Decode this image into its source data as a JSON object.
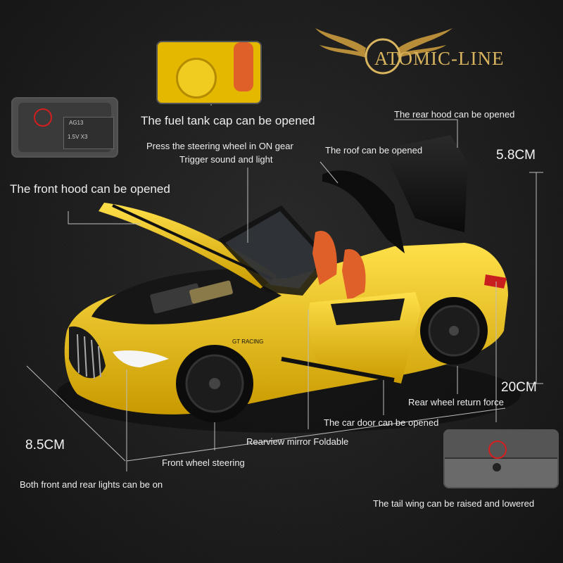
{
  "brand": {
    "name": "ATOMIC-LINE"
  },
  "labels": {
    "fuel_tank": "The fuel tank cap can be opened",
    "rear_hood": "The rear hood can be opened",
    "steering_press": "Press the steering wheel in ON gear",
    "trigger": "Trigger sound and light",
    "roof": "The roof can be opened",
    "front_hood": "The front hood can be opened",
    "rear_wheel": "Rear wheel return force",
    "door": "The car door can be opened",
    "mirror": "Rearview mirror Foldable",
    "front_wheel": "Front wheel steering",
    "lights": "Both front and rear lights can be on",
    "tail_wing": "The tail wing can be raised and lowered"
  },
  "dimensions": {
    "height": "5.8CM",
    "length": "20CM",
    "width": "8.5CM"
  },
  "battery_label": {
    "model": "AG13",
    "spec": "1.5V X3"
  },
  "car_badge": "GT RACING",
  "colors": {
    "car": "#f2c81a",
    "interior": "#e0602a",
    "accent_gold": "#d8b45e",
    "callout_red": "#d21e1e"
  }
}
